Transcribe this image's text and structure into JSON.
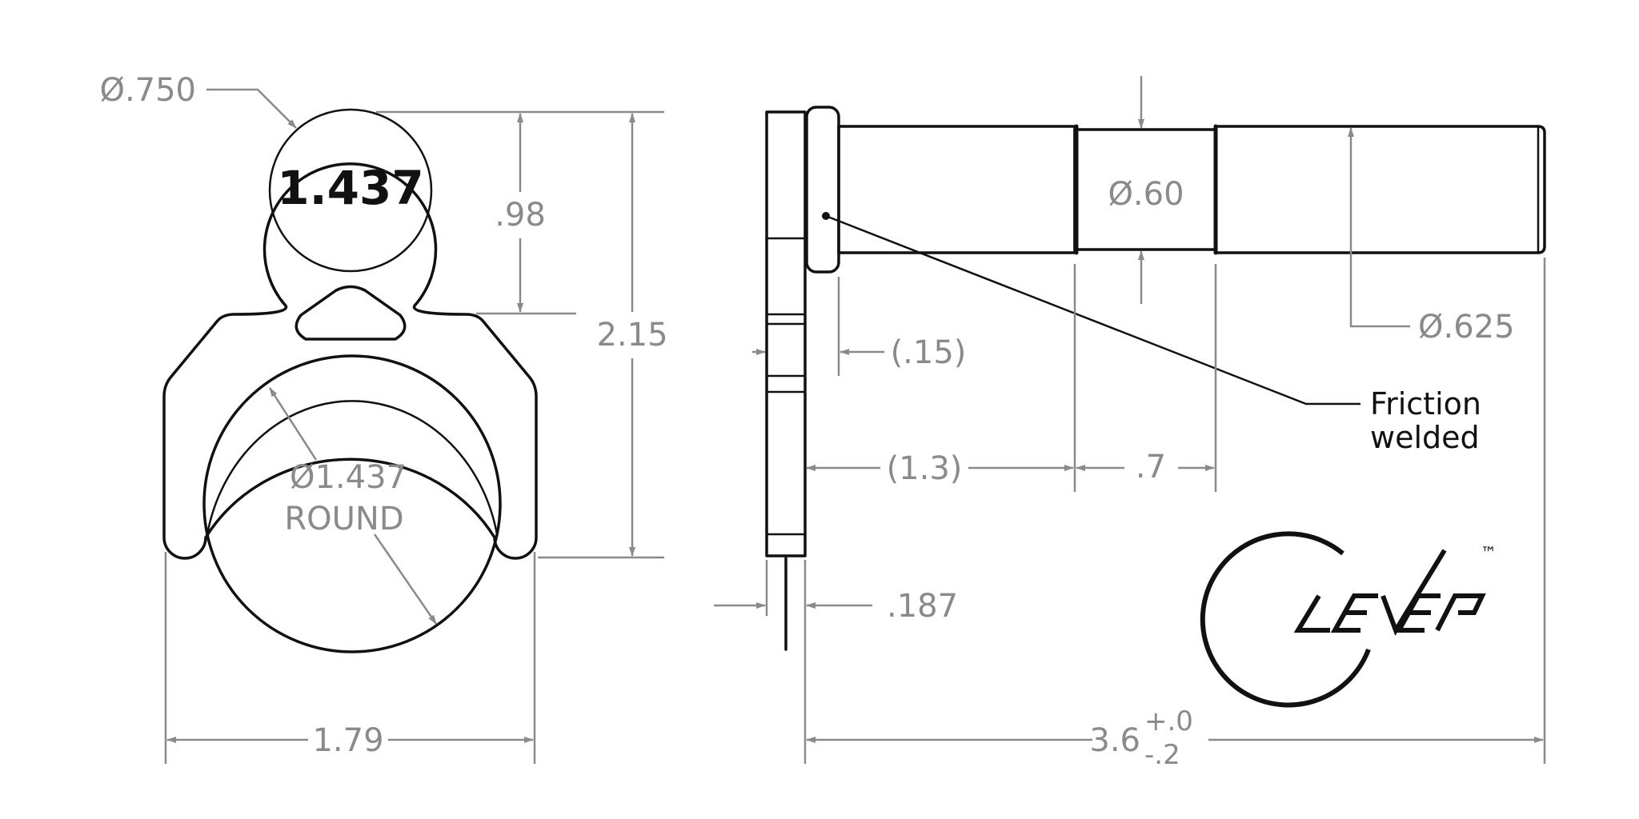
{
  "front_view": {
    "hole_diameter": "Ø.750",
    "hole_stamp": "1.437",
    "dim_head": ".98",
    "dim_height": "2.15",
    "round_diameter": "Ø1.437",
    "round_label": "ROUND",
    "dim_width": "1.79"
  },
  "side_view": {
    "neck_diameter": "Ø.60",
    "shaft_diameter": "Ø.625",
    "dim_collar": "(.15)",
    "dim_shoulder": "(1.3)",
    "dim_neck": ".7",
    "dim_plate": ".187",
    "dim_length": "3.6",
    "tol_plus": "+.0",
    "tol_minus": "-.2",
    "note_line1": "Friction",
    "note_line2": "welded"
  },
  "logo": {
    "trademark": "™"
  },
  "colors": {
    "part_line": "#111111",
    "dimension_line": "#8a8a8a"
  }
}
